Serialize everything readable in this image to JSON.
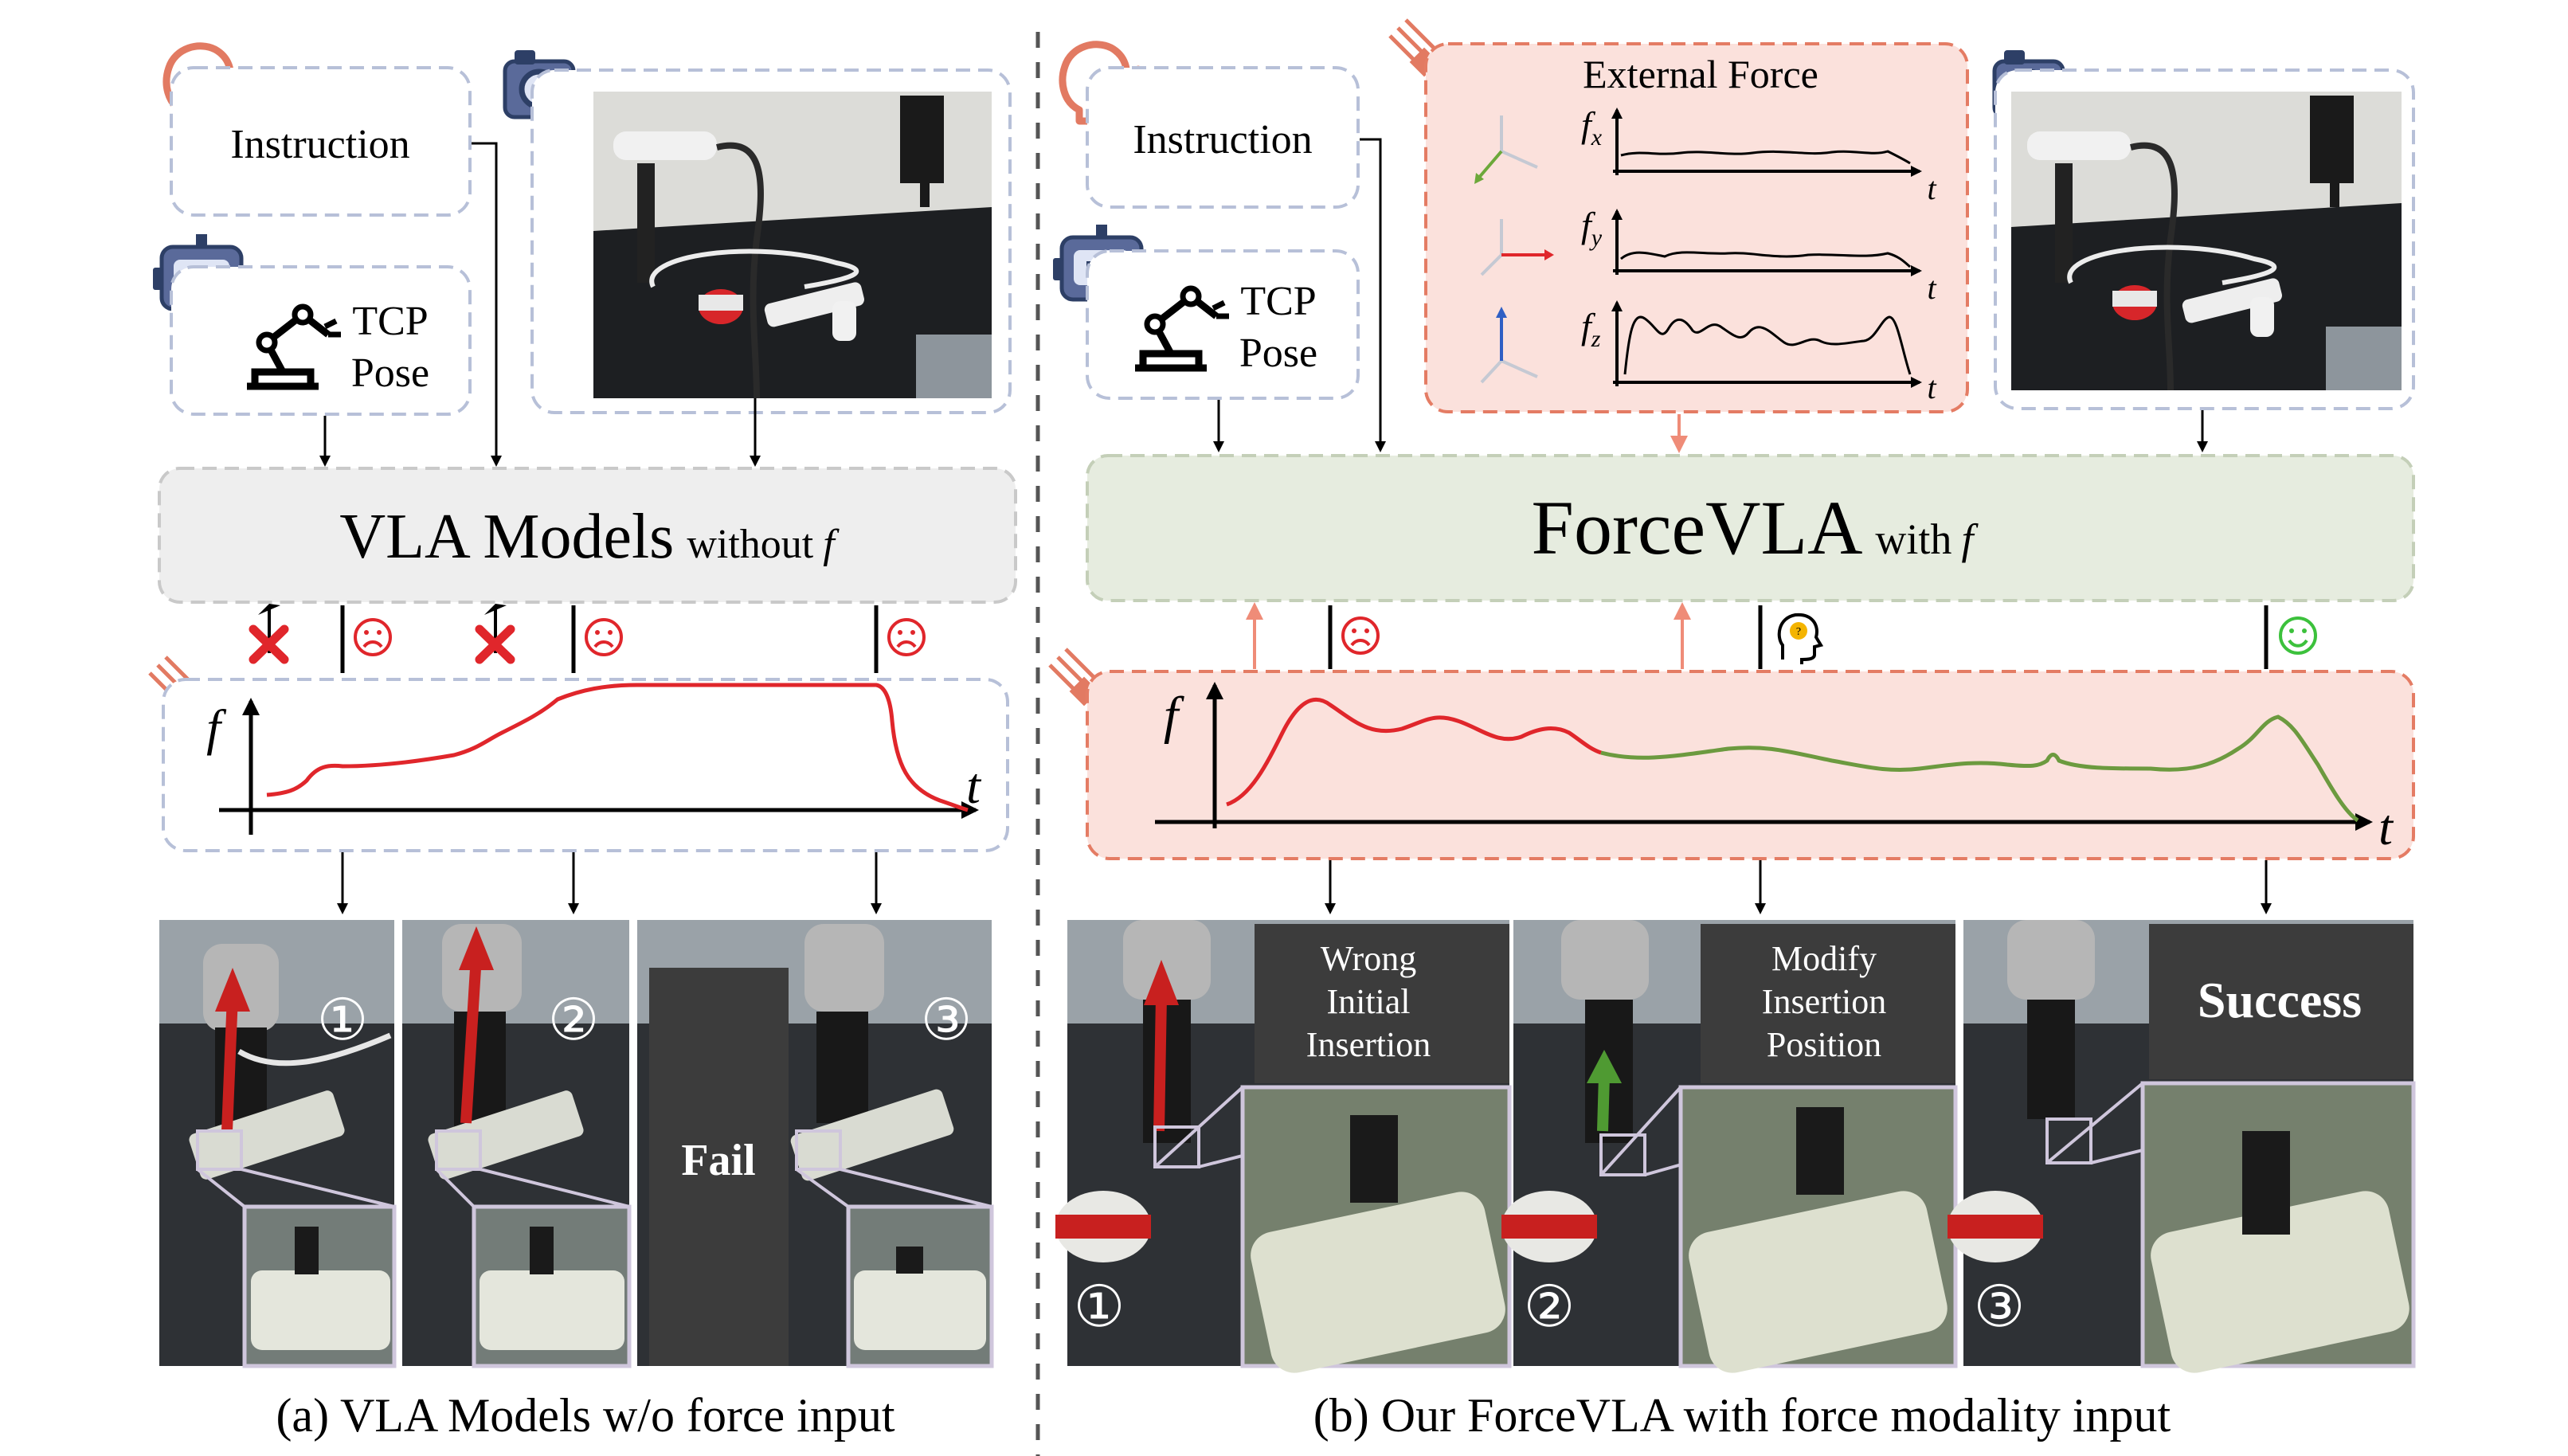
{
  "left": {
    "instruction": "Instruction",
    "tcp_line1": "TCP",
    "tcp_line2": "Pose",
    "model_title": "VLA Models",
    "model_suffix": "without",
    "force_symbol": "f",
    "plot_f": "f",
    "plot_t": "t",
    "step1": "①",
    "step2": "②",
    "step3": "③",
    "fail": "Fail",
    "caption": "(a) VLA Models w/o force input"
  },
  "right": {
    "instruction": "Instruction",
    "tcp_line1": "TCP",
    "tcp_line2": "Pose",
    "external_force": "External Force",
    "fx": "f",
    "fx_sub": "x",
    "fy": "f",
    "fy_sub": "y",
    "fz": "f",
    "fz_sub": "z",
    "t": "t",
    "model_title": "ForceVLA",
    "model_suffix": "with",
    "force_symbol": "f",
    "plot_f": "f",
    "plot_t": "t",
    "panel1_l1": "Wrong",
    "panel1_l2": "Initial",
    "panel1_l3": "Insertion",
    "panel2_l1": "Modify",
    "panel2_l2": "Insertion",
    "panel2_l3": "Position",
    "success": "Success",
    "step1": "①",
    "step2": "②",
    "step3": "③",
    "caption": "(b) Our ForceVLA with force modality input"
  },
  "icons": [
    "speech-head-icon",
    "camera-icon",
    "robot-icon",
    "robot-arm-icon",
    "force-sensor-icon",
    "cross-icon",
    "sad-face-icon",
    "thinking-face-icon",
    "happy-face-icon"
  ],
  "colors": {
    "red_curve": "#e0262b",
    "green_curve": "#6c9a3f",
    "left_model_bg": "#eeeeee",
    "right_model_bg": "#e6ecdf",
    "force_bg": "#fbe1dc",
    "force_border": "#e47c64",
    "dash_border": "#b7c0d8",
    "dark_panel": "#3c3c3c"
  }
}
